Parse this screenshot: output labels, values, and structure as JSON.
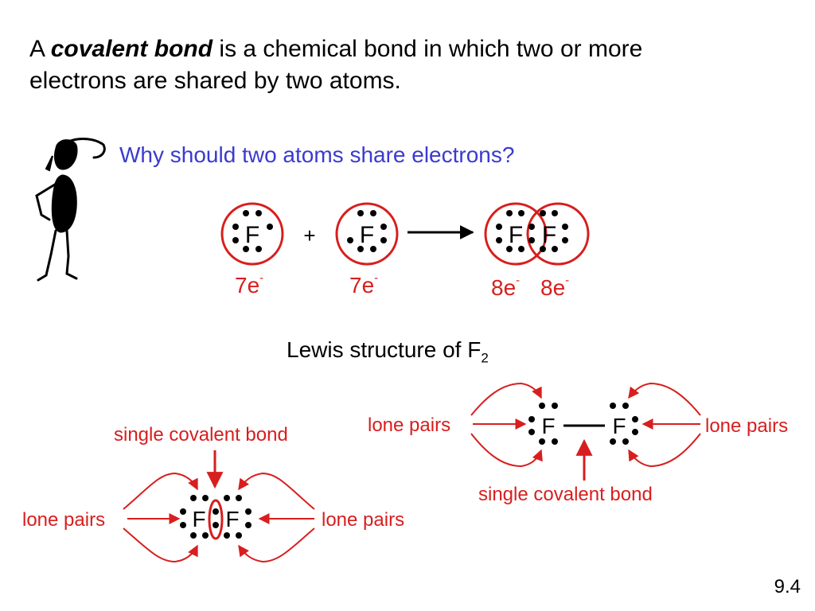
{
  "definition": {
    "prefix": "A ",
    "term": "covalent bond",
    "rest_line1": " is a chemical bond in which two or more",
    "line2": "electrons are shared by two atoms."
  },
  "question": "Why should two atoms share electrons?",
  "reaction": {
    "atom_symbol": "F",
    "plus": "+",
    "reactant_labels": [
      "7e",
      "7e"
    ],
    "product_labels": [
      "8e",
      "8e"
    ],
    "charge_superscript": "-"
  },
  "lewis_title": {
    "text": "Lewis structure of F",
    "subscript": "2"
  },
  "annotations": {
    "single_bond": "single covalent bond",
    "lone_pairs": "lone pairs"
  },
  "colors": {
    "accent_red": "#d81e1e",
    "question_blue": "#3a3ad0"
  },
  "icons": {
    "cartoon": "thinking-person-icon"
  },
  "slide_number": "9.4"
}
